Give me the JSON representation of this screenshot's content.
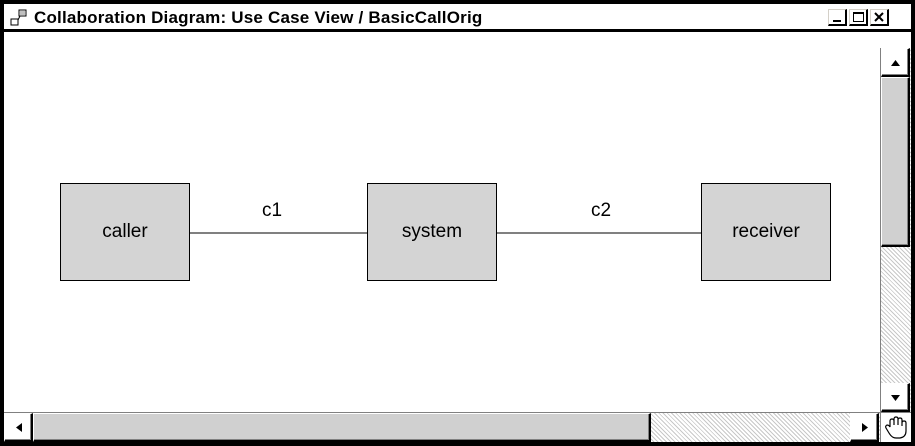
{
  "window": {
    "title": "Collaboration Diagram: Use Case View / BasicCallOrig",
    "app_icon": "collaboration-diagram-icon",
    "controls": [
      "minimize-icon",
      "maximize-icon",
      "close-icon"
    ]
  },
  "diagram": {
    "objects": [
      {
        "id": "caller",
        "label": "caller"
      },
      {
        "id": "system",
        "label": "system"
      },
      {
        "id": "receiver",
        "label": "receiver"
      }
    ],
    "links": [
      {
        "label": "c1",
        "from": "caller",
        "to": "system"
      },
      {
        "label": "c2",
        "from": "system",
        "to": "receiver"
      }
    ]
  },
  "colors": {
    "object_fill": "#d4d4d4",
    "border": "#000000",
    "background": "#ffffff"
  },
  "cursor": "hand-icon"
}
